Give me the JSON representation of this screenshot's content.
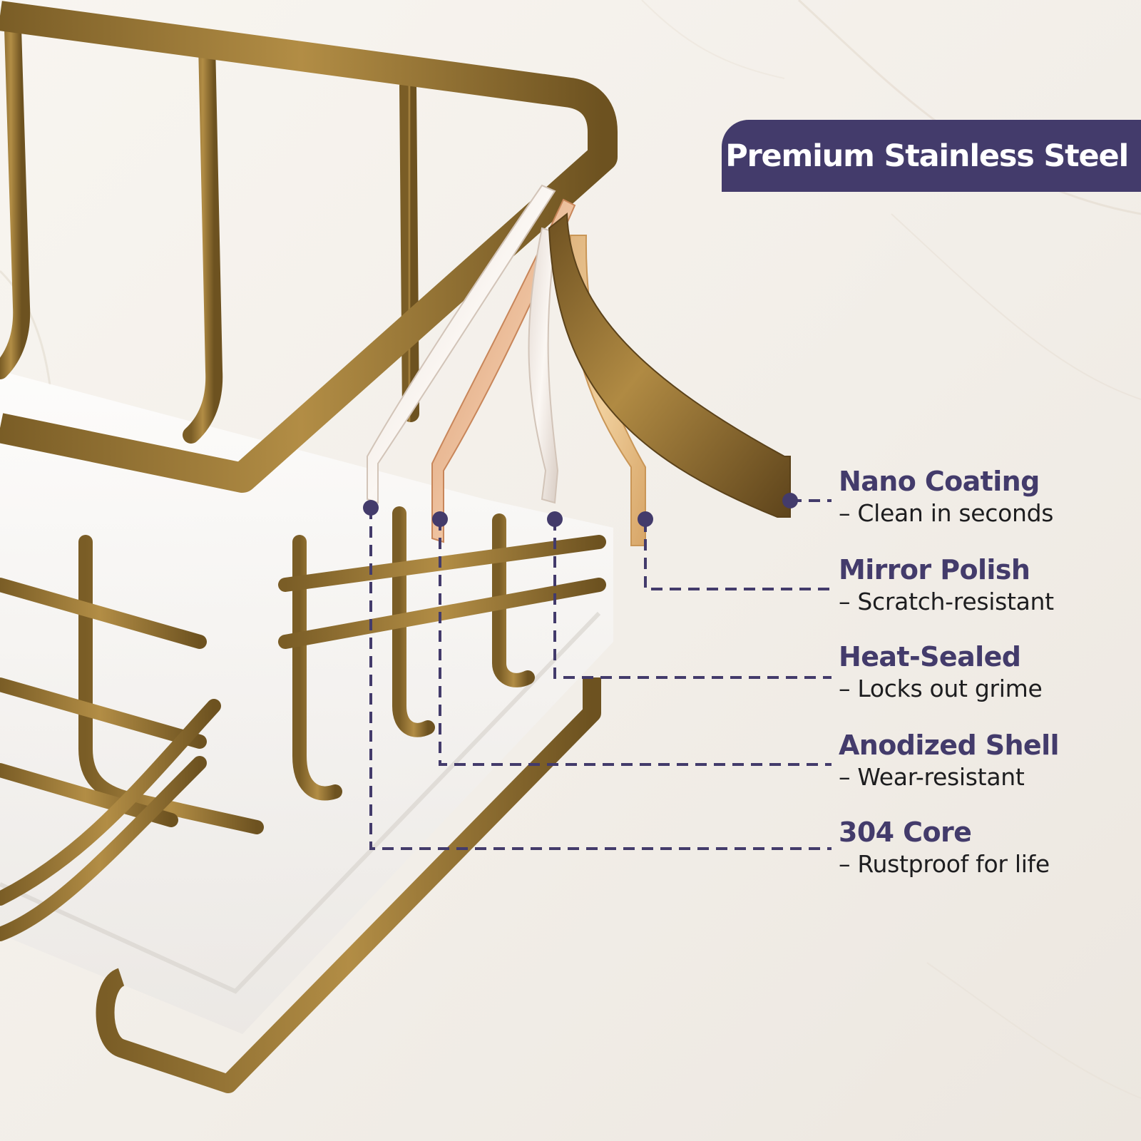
{
  "banner": {
    "title": "Premium Stainless Steel"
  },
  "features": [
    {
      "title": "Nano Coating",
      "desc": "– Clean in seconds"
    },
    {
      "title": "Mirror Polish",
      "desc": "– Scratch-resistant"
    },
    {
      "title": "Heat-Sealed",
      "desc": "– Locks out grime"
    },
    {
      "title": "Anodized Shell",
      "desc": "– Wear-resistant"
    },
    {
      "title": "304 Core",
      "desc": "– Rustproof for life"
    }
  ],
  "colors": {
    "accent": "#433b6b",
    "gold": "#a48038",
    "background": "#f3efe9"
  }
}
